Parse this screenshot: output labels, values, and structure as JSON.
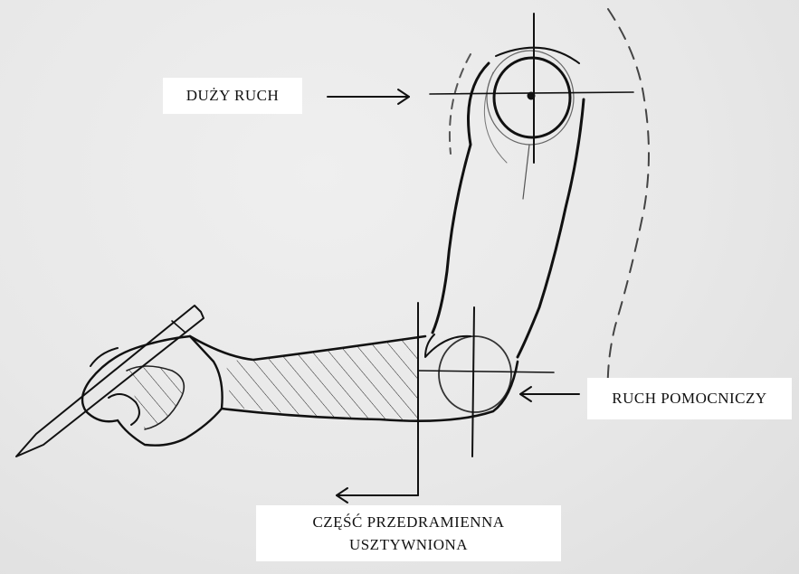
{
  "labels": {
    "big_movement": "DUŻY RUCH",
    "helper_movement": "RUCH POMOCNICZY",
    "forearm_line1": "CZĘŚĆ PRZEDRAMIENNA",
    "forearm_line2": "USZTYWNIONA"
  },
  "colors": {
    "paper": "#e8e8e8",
    "ink": "#111111",
    "label_background": "#ffffff"
  }
}
